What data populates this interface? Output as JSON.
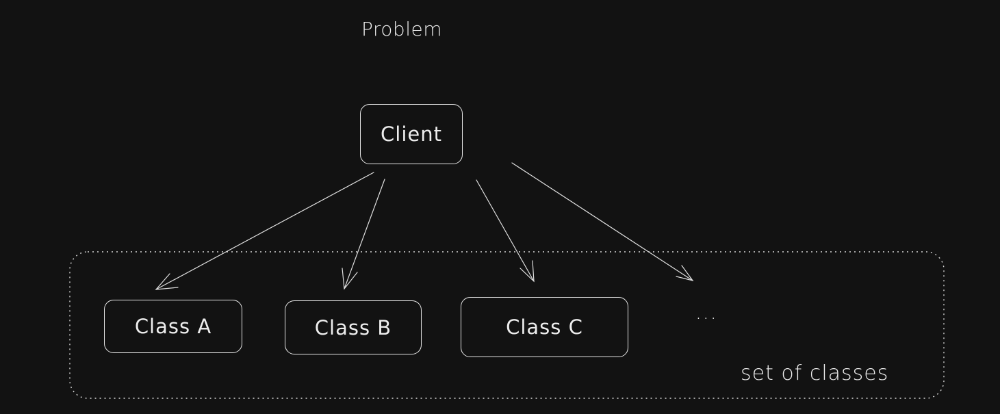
{
  "diagram": {
    "title": "Problem",
    "client": {
      "label": "Client"
    },
    "classes": [
      {
        "label": "Class A"
      },
      {
        "label": "Class B"
      },
      {
        "label": "Class C"
      }
    ],
    "ellipsis": "...",
    "group": {
      "label": "set of classes"
    }
  },
  "colors": {
    "background": "#121212",
    "stroke": "#e8e8e8",
    "text": "#ededed"
  }
}
